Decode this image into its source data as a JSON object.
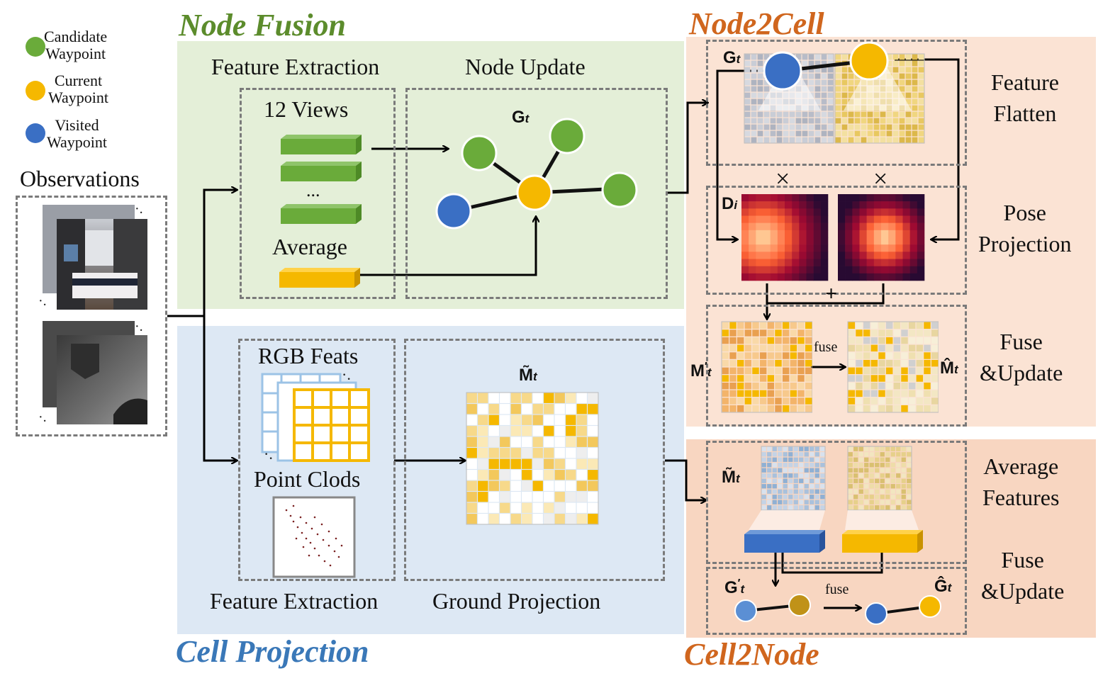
{
  "legend": {
    "candidate_label": "Candidate\nWaypoint",
    "current_label": "Current\nWaypoint",
    "visited_label": "Visited\nWaypoint"
  },
  "observations": {
    "label": "Observations"
  },
  "node_fusion": {
    "title": "Node Fusion",
    "feature_extraction_label": "Feature Extraction",
    "node_update_label": "Node Update",
    "views_label": "12 Views",
    "ellipsis": "...",
    "average_label": "Average",
    "graph_label_main": "G",
    "graph_label_sub": "t"
  },
  "cell_projection": {
    "title": "Cell Projection",
    "rgb_feats_label": "RGB Feats",
    "point_clouds_label": "Point Clods",
    "feature_extraction_label": "Feature Extraction",
    "ground_projection_label": "Ground Projection",
    "map_label_main": "M̃",
    "map_label_sub": "t"
  },
  "node2cell": {
    "title": "Node2Cell",
    "graph_label_main": "G",
    "graph_label_sub": "t",
    "distance_label_main": "D",
    "distance_label_sub": "i",
    "multiply_symbol": "×",
    "plus_symbol": "+",
    "fuse_label": "fuse",
    "map_prime_main": "M",
    "map_prime_sup": "′",
    "map_prime_sub": "t",
    "map_hat_main": "M̂",
    "map_hat_sub": "t",
    "step_feature_flatten": "Feature\nFlatten",
    "step_pose_projection": "Pose\nProjection",
    "step_fuse_update": "Fuse\n&Update"
  },
  "cell2node": {
    "title": "Cell2Node",
    "map_label_main": "M̃",
    "map_label_sub": "t",
    "graph_prime_main": "G",
    "graph_prime_sup": "′",
    "graph_prime_sub": "t",
    "graph_hat_main": "Ĝ",
    "graph_hat_sub": "t",
    "fuse_label": "fuse",
    "step_average_features": "Average\nFeatures",
    "step_fuse_update": "Fuse\n&Update"
  },
  "colors": {
    "node_fusion_bg": "#e4efd8",
    "cell_projection_bg": "#dde8f4",
    "node2cell_bg": "#fbe3d4",
    "cell2node_bg": "#f8d6c1",
    "node_fusion_title": "#5c8c2c",
    "cell_projection_title": "#3a78b8",
    "node2cell_title": "#d0661e",
    "cell2node_title": "#d0661e",
    "candidate": "#6aab3a",
    "current": "#f5b800",
    "visited": "#3a6fc4"
  }
}
